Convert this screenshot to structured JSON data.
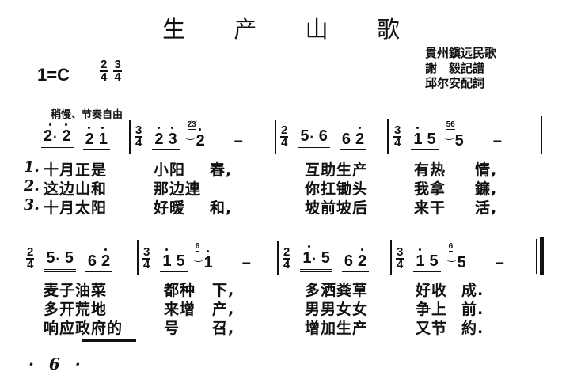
{
  "title": "生 产 山 歌",
  "key": "1=C",
  "time_signatures": [
    {
      "num": "2",
      "den": "4"
    },
    {
      "num": "3",
      "den": "4"
    }
  ],
  "credits": [
    "貴州鎭远民歌",
    "謝　毅記譜",
    "邱尔安配詞"
  ],
  "tempo": "稍慢、节奏自由",
  "rows": [
    {
      "measures": [
        {
          "ts": null,
          "items": [
            {
              "type": "beam",
              "double": true,
              "notes": [
                {
                  "n": "2",
                  "hi": true,
                  "aug": true
                },
                {
                  "n": "2",
                  "hi": true
                }
              ]
            },
            {
              "type": "beam",
              "notes": [
                {
                  "n": "2",
                  "hi": true
                },
                {
                  "n": "1",
                  "hi": true
                }
              ]
            }
          ]
        },
        {
          "ts": {
            "num": "3",
            "den": "4"
          },
          "items": [
            {
              "type": "beam",
              "notes": [
                {
                  "n": "2",
                  "hi": true
                },
                {
                  "n": "3",
                  "hi": true
                }
              ]
            },
            {
              "type": "grace",
              "grace": "2̇3̇",
              "note": {
                "n": "2",
                "hi": true
              }
            },
            {
              "type": "dash",
              "text": "–"
            }
          ]
        },
        {
          "ts": {
            "num": "2",
            "den": "4"
          },
          "items": [
            {
              "type": "beam",
              "double": true,
              "notes": [
                {
                  "n": "5",
                  "aug": true
                },
                {
                  "n": "6"
                }
              ]
            },
            {
              "type": "beam",
              "notes": [
                {
                  "n": "6"
                },
                {
                  "n": "2",
                  "hi": true
                }
              ]
            }
          ]
        },
        {
          "ts": {
            "num": "3",
            "den": "4"
          },
          "items": [
            {
              "type": "beam",
              "notes": [
                {
                  "n": "1",
                  "hi": true
                },
                {
                  "n": "5"
                }
              ]
            },
            {
              "type": "grace",
              "grace": "56",
              "note": {
                "n": "5"
              }
            },
            {
              "type": "dash",
              "text": "–"
            }
          ]
        }
      ],
      "verses": [
        {
          "num": "1.",
          "segments": [
            "十月正是",
            "小阳",
            "春,",
            "互助生产",
            "有热",
            "情,"
          ]
        },
        {
          "num": "2.",
          "segments": [
            "这边山和",
            "那边連",
            "",
            "你扛锄头",
            "我拿",
            "鐮,"
          ]
        },
        {
          "num": "3.",
          "segments": [
            "十月太阳",
            "好暖",
            "和,",
            "坡前坡后",
            "来干",
            "活,"
          ]
        }
      ]
    },
    {
      "measures": [
        {
          "ts": {
            "num": "2",
            "den": "4"
          },
          "items": [
            {
              "type": "beam",
              "double": true,
              "notes": [
                {
                  "n": "5",
                  "aug": true
                },
                {
                  "n": "5"
                }
              ]
            },
            {
              "type": "beam",
              "notes": [
                {
                  "n": "6"
                },
                {
                  "n": "2",
                  "hi": true
                }
              ]
            }
          ]
        },
        {
          "ts": {
            "num": "3",
            "den": "4"
          },
          "items": [
            {
              "type": "beam",
              "notes": [
                {
                  "n": "1",
                  "hi": true
                },
                {
                  "n": "5"
                }
              ]
            },
            {
              "type": "grace",
              "grace": "6",
              "note": {
                "n": "1",
                "hi": true
              }
            },
            {
              "type": "dash",
              "text": "–"
            }
          ]
        },
        {
          "ts": {
            "num": "2",
            "den": "4"
          },
          "items": [
            {
              "type": "beam",
              "double": true,
              "notes": [
                {
                  "n": "1",
                  "hi": true,
                  "aug": true
                },
                {
                  "n": "5"
                }
              ]
            },
            {
              "type": "beam",
              "notes": [
                {
                  "n": "6"
                },
                {
                  "n": "2",
                  "hi": true
                }
              ]
            }
          ]
        },
        {
          "ts": {
            "num": "3",
            "den": "4"
          },
          "items": [
            {
              "type": "beam",
              "notes": [
                {
                  "n": "1",
                  "hi": true
                },
                {
                  "n": "5"
                }
              ]
            },
            {
              "type": "grace",
              "grace": "6",
              "note": {
                "n": "5"
              }
            },
            {
              "type": "dash",
              "text": "–"
            }
          ]
        }
      ],
      "verses": [
        {
          "num": "",
          "segments": [
            "麦子油菜",
            "都种",
            "下,",
            "多洒粪草",
            "好收",
            "成."
          ]
        },
        {
          "num": "",
          "segments": [
            "多开荒地",
            "来增",
            "产,",
            "男男女女",
            "争上",
            "前."
          ]
        },
        {
          "num": "",
          "segments": [
            "响应政府的",
            "号",
            "召,",
            "增加生产",
            "又节",
            "約."
          ]
        }
      ]
    }
  ],
  "page_number": "· 6 ·"
}
